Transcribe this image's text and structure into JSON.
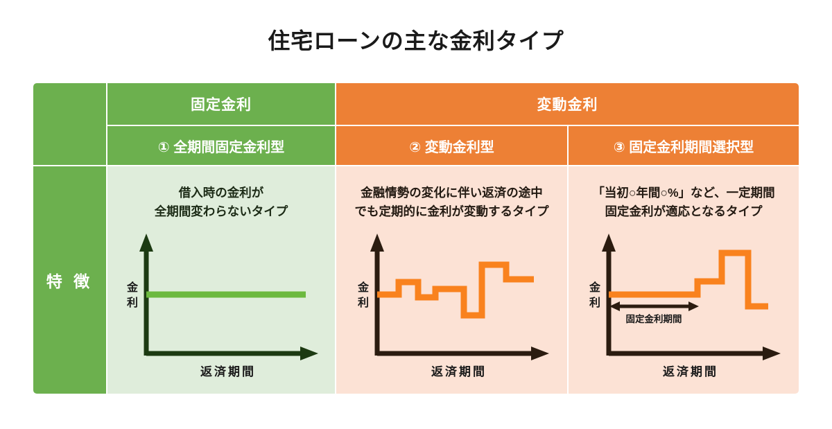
{
  "title": "住宅ローンの主な金利タイプ",
  "colors": {
    "green_header": "#6cb04e",
    "orange_header": "#ed8035",
    "green_body": "#dfeddb",
    "orange_body": "#fce2d5",
    "green_line": "#6cb93f",
    "orange_line": "#f9821e",
    "green_axis": "#1c3a12",
    "dark_axis": "#2b1c10",
    "text_dark": "#231a12",
    "white": "#ffffff"
  },
  "table": {
    "row_label": "特 徴",
    "group_headers": [
      {
        "label": "固定金利",
        "type": "fixed"
      },
      {
        "label": "変動金利",
        "type": "variable"
      }
    ],
    "columns": [
      {
        "id": "all-period-fixed",
        "header": "① 全期間固定金利型",
        "description": "借入時の金利が\n全期間変わらないタイプ",
        "chart": {
          "type": "line",
          "title": "",
          "xlabel": "返済期間",
          "ylabel": "金利",
          "grid": false,
          "legend": "none",
          "series": [
            {
              "name": "金利",
              "color": "#6cb93f",
              "step_x": [
                0,
                100
              ],
              "step_y": [
                50,
                50
              ]
            }
          ],
          "xlim": [
            0,
            100
          ],
          "ylim": [
            0,
            100
          ]
        }
      },
      {
        "id": "variable-rate",
        "header": "② 変動金利型",
        "description": "金融情勢の変化に伴い返済の途中\nでも定期的に金利が変動するタイプ",
        "chart": {
          "type": "line",
          "title": "",
          "xlabel": "返済期間",
          "ylabel": "金利",
          "grid": false,
          "legend": "none",
          "series": [
            {
              "name": "金利",
              "color": "#f9821e",
              "step_x": [
                0,
                13.5,
                13.5,
                25.5,
                25.5,
                36,
                36,
                47.5,
                47.5,
                58.5,
                58.5,
                73.5,
                73.5,
                85.5,
                85.5,
                100
              ],
              "step_y": [
                50,
                50,
                62,
                62,
                48,
                48,
                56,
                56,
                26,
                26,
                80,
                80,
                66,
                66,
                66,
                66
              ]
            }
          ],
          "xlim": [
            0,
            100
          ],
          "ylim": [
            0,
            100
          ]
        }
      },
      {
        "id": "fixed-period-select",
        "header": "③ 固定金利期間選択型",
        "description": "「当初○年間○%」など、一定期間\n固定金利が適応となるタイプ",
        "chart": {
          "type": "line",
          "title": "",
          "xlabel": "返済期間",
          "ylabel": "金利",
          "grid": false,
          "legend": "none",
          "annotation": "固定金利期間",
          "series": [
            {
              "name": "金利",
              "color": "#f9821e",
              "step_x": [
                0,
                55,
                55,
                72,
                72,
                88,
                88,
                100
              ],
              "step_y": [
                50,
                50,
                66,
                66,
                88,
                88,
                34,
                34
              ]
            }
          ],
          "xlim": [
            0,
            100
          ],
          "ylim": [
            0,
            100
          ]
        }
      }
    ]
  }
}
